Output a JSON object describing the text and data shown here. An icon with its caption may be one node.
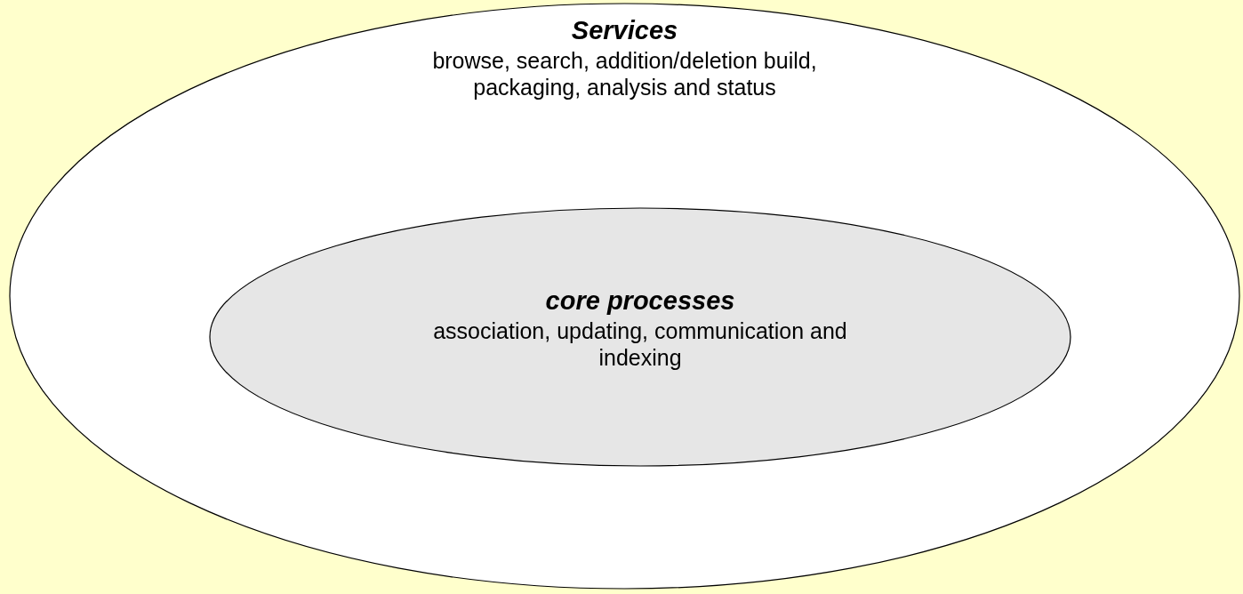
{
  "diagram": {
    "nodes": [
      {
        "text": [
          "Services",
          "browse, search, addition/deletion build, packaging, analysis and status"
        ]
      },
      {
        "text": [
          "core processes",
          "association, updating, communication and indexing"
        ],
        "in": 0
      }
    ]
  }
}
